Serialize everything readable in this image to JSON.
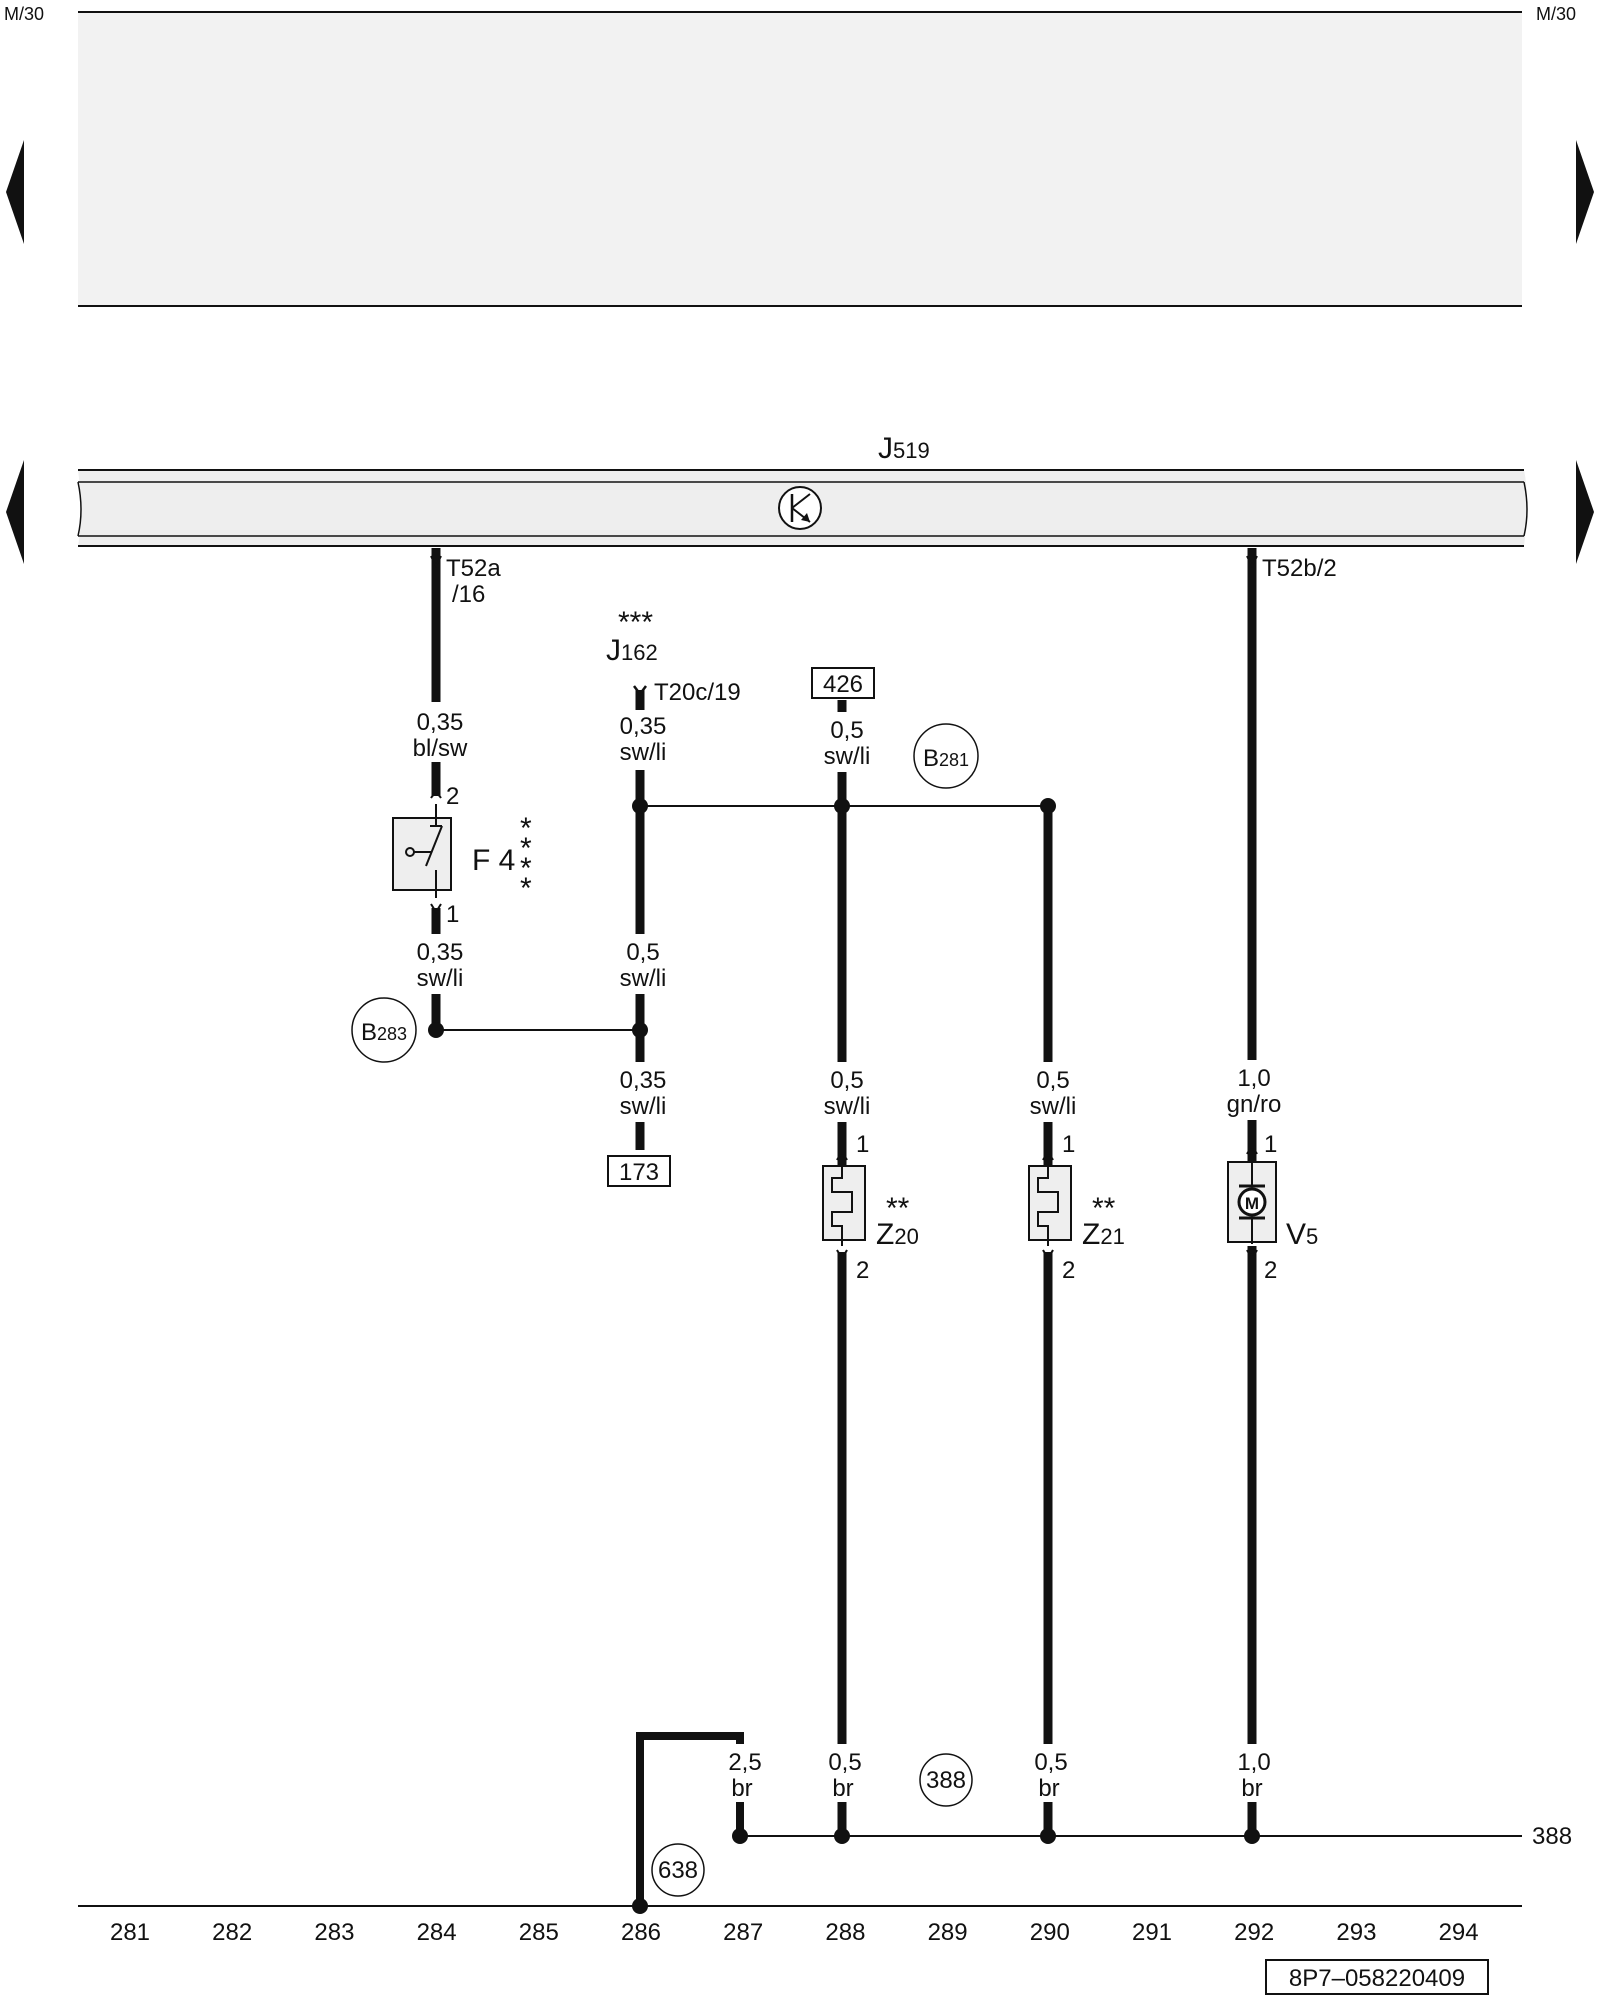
{
  "page_ref": "M/30",
  "doc_id": "8P7–058220409",
  "control_unit": {
    "letter": "J",
    "number": "519"
  },
  "components": {
    "j162": {
      "stars": "***",
      "letter": "J",
      "number": "162",
      "pin": "T20c/19"
    },
    "f4": {
      "name": "F 4",
      "stars": "****",
      "pin_top": "2",
      "pin_bottom": "1"
    },
    "z20": {
      "stars": "**",
      "letter": "Z",
      "number": "20",
      "pin_top": "1",
      "pin_bottom": "2"
    },
    "z21": {
      "stars": "**",
      "letter": "Z",
      "number": "21",
      "pin_top": "1",
      "pin_bottom": "2"
    },
    "v5": {
      "letter": "V",
      "number": "5",
      "motor_symbol": "M",
      "pin_top": "1",
      "pin_bottom": "2"
    }
  },
  "connectors": {
    "t52a": {
      "line1": "T52a",
      "line2": "/16"
    },
    "t52b": {
      "label": "T52b/2"
    }
  },
  "junctions": {
    "b283": {
      "letter": "B",
      "number": "283"
    },
    "b281": {
      "letter": "B",
      "number": "281"
    },
    "g388": "388",
    "g638": "638"
  },
  "references": {
    "r426": "426",
    "r173": "173",
    "r388": "388"
  },
  "wires": {
    "f4_in": {
      "size": "0,35",
      "color": "bl/sw"
    },
    "f4_out": {
      "size": "0,35",
      "color": "sw/li"
    },
    "j162_out": {
      "size": "0,35",
      "color": "sw/li"
    },
    "mid_link": {
      "size": "0,5",
      "color": "sw/li"
    },
    "to_173": {
      "size": "0,35",
      "color": "sw/li"
    },
    "from_426": {
      "size": "0,5",
      "color": "sw/li"
    },
    "z20_in": {
      "size": "0,5",
      "color": "sw/li"
    },
    "z21_in": {
      "size": "0,5",
      "color": "sw/li"
    },
    "v5_in": {
      "size": "1,0",
      "color": "gn/ro"
    },
    "gnd_287": {
      "size": "2,5",
      "color": "br"
    },
    "gnd_288": {
      "size": "0,5",
      "color": "br"
    },
    "gnd_290": {
      "size": "0,5",
      "color": "br"
    },
    "gnd_292": {
      "size": "1,0",
      "color": "br"
    }
  },
  "grid_numbers": [
    "281",
    "282",
    "283",
    "284",
    "285",
    "286",
    "287",
    "288",
    "289",
    "290",
    "291",
    "292",
    "293",
    "294"
  ],
  "colors": {
    "panel_fill": "#f2f2f2",
    "component_fill": "#eeeeee",
    "line": "#111111"
  }
}
